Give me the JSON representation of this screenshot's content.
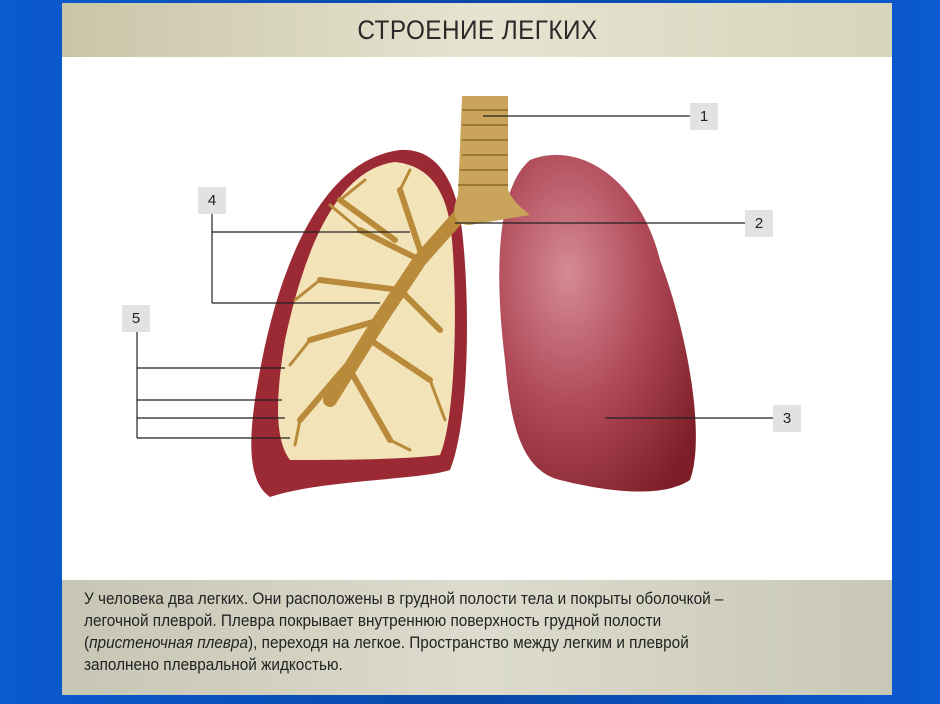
{
  "title": "СТРОЕНИЕ ЛЕГКИХ",
  "labels": [
    "1",
    "2",
    "3",
    "4",
    "5"
  ],
  "caption": {
    "line1": "У человека два легких. Они расположены в грудной полости тела и покрыты оболочкой –",
    "line2": "легочной плеврой. Плевра покрывает внутреннюю поверхность грудной полости",
    "line3_open": "(",
    "line3_italic": "пристеночная плевра",
    "line3_rest": "), переходя на легкое. Пространство между легким и плеврой",
    "line4": "заполнено плевральной жидкостью."
  },
  "colors": {
    "background": "#0a4fb8",
    "lung": "#9b2a35",
    "lung_light": "#c96a78",
    "trachea": "#c9a45a",
    "cut_surface": "#f3e3b8"
  }
}
